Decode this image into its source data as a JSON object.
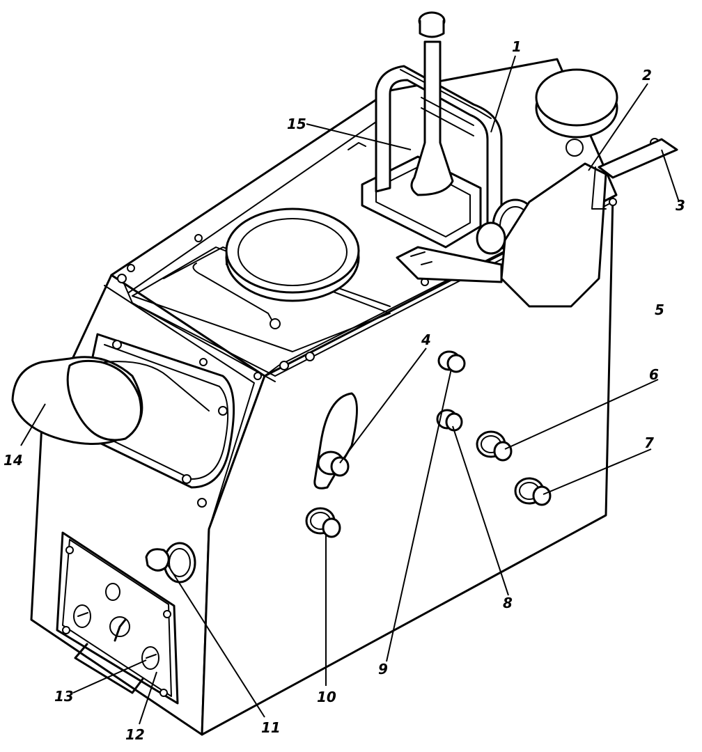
{
  "callouts": [
    {
      "id": "1",
      "text": "1"
    },
    {
      "id": "2",
      "text": "2"
    },
    {
      "id": "3",
      "text": "3"
    },
    {
      "id": "4",
      "text": "4"
    },
    {
      "id": "5",
      "text": "5"
    },
    {
      "id": "6",
      "text": "6"
    },
    {
      "id": "7",
      "text": "7"
    },
    {
      "id": "8",
      "text": "8"
    },
    {
      "id": "9",
      "text": "9"
    },
    {
      "id": "10",
      "text": "10"
    },
    {
      "id": "11",
      "text": "11"
    },
    {
      "id": "12",
      "text": "12"
    },
    {
      "id": "13",
      "text": "13"
    },
    {
      "id": "14",
      "text": "14"
    },
    {
      "id": "15",
      "text": "15"
    }
  ],
  "colors": {
    "ink": "#000000",
    "paper": "#ffffff"
  }
}
